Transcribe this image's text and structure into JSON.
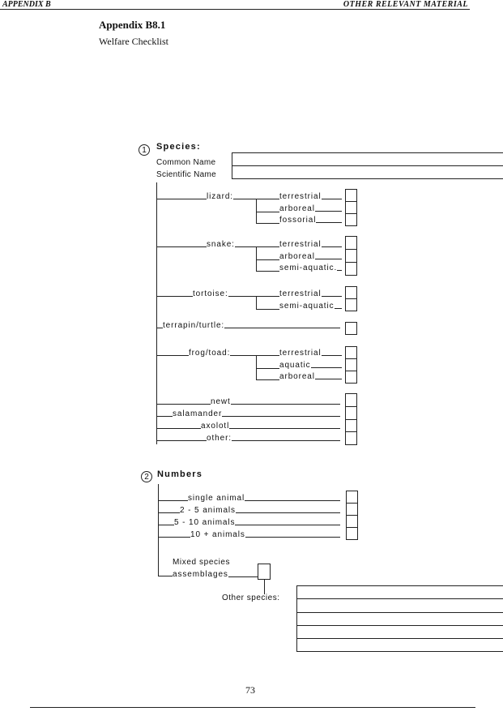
{
  "header": {
    "left": "APPENDIX B",
    "right": "OTHER RELEVANT MATERIAL"
  },
  "title": "Appendix  B8.1",
  "subtitle": "Welfare Checklist",
  "species": {
    "number": "1",
    "heading": "Species:",
    "common_name_label": "Common Name",
    "scientific_name_label": "Scientific  Name",
    "groups": [
      {
        "label": "lizard:",
        "subs": [
          "terrestrial",
          "arboreal",
          "fossorial"
        ]
      },
      {
        "label": "snake:",
        "subs": [
          "terrestrial",
          "arboreal",
          "semi-aquatic."
        ]
      },
      {
        "label": "tortoise:",
        "subs": [
          "terrestrial",
          "semi-aquatic"
        ]
      },
      {
        "label": "terrapin/turtle:",
        "subs": []
      },
      {
        "label": "frog/toad:",
        "subs": [
          "terrestrial",
          "aquatic",
          "arboreal"
        ]
      },
      {
        "label": "newt",
        "subs": []
      },
      {
        "label": "salamander",
        "subs": []
      },
      {
        "label": "axolotl",
        "subs": []
      },
      {
        "label": "other:",
        "subs": []
      }
    ]
  },
  "numbers": {
    "number": "2",
    "heading": "Numbers",
    "items": [
      "single  animal",
      "2  -  5  animals",
      "5  -  10  animals",
      "10  +  animals"
    ],
    "mixed_line1": "Mixed  species",
    "mixed_line2": "assemblages",
    "other_species_label": "Other  species:"
  },
  "page_number": "73"
}
